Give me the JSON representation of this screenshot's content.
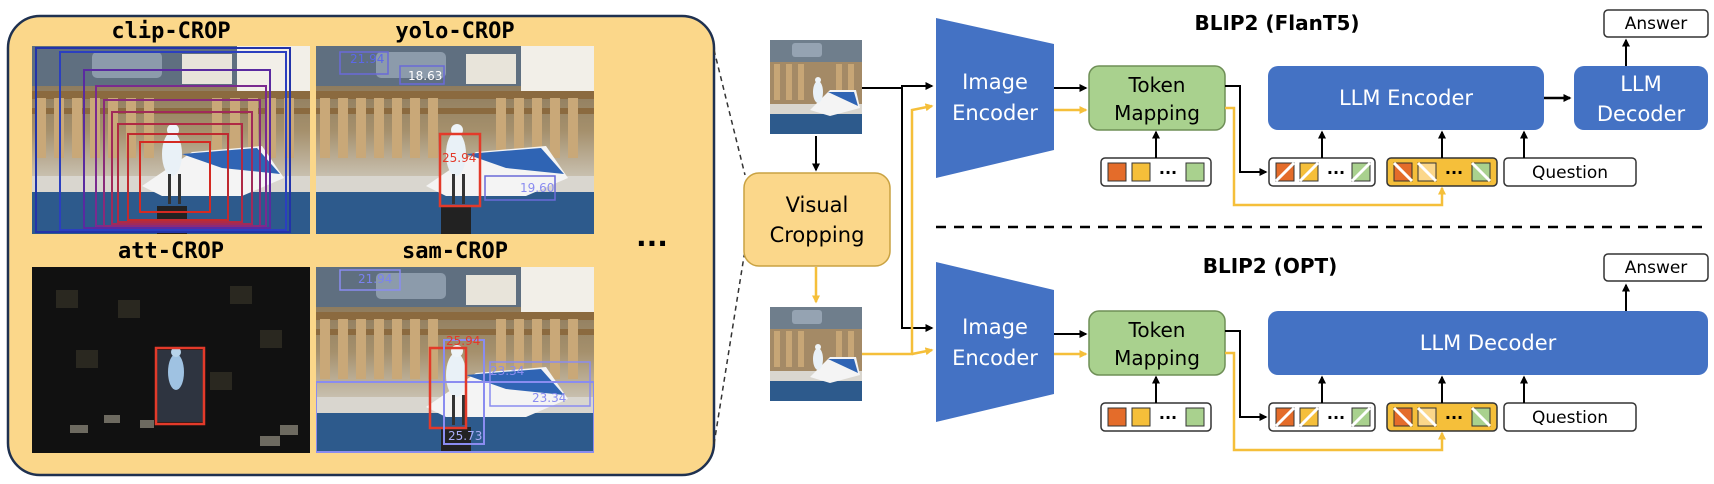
{
  "crop_panel": {
    "titles": {
      "clip": "clip-CROP",
      "yolo": "yolo-CROP",
      "att": "att-CROP",
      "sam": "sam-CROP"
    },
    "ellipsis": "...",
    "yolo_scores": [
      "21.94",
      "18.63",
      "25.94",
      "19.60"
    ],
    "sam_scores": [
      "21.94",
      "25.94",
      "23.34",
      "23.34",
      "25.73"
    ]
  },
  "visual_cropping": {
    "line1": "Visual",
    "line2": "Cropping"
  },
  "top": {
    "title": "BLIP2 (FlanT5)",
    "image_encoder": {
      "line1": "Image",
      "line2": "Encoder"
    },
    "token_mapping": {
      "line1": "Token",
      "line2": "Mapping"
    },
    "llm_encoder": "LLM Encoder",
    "llm_decoder": {
      "line1": "LLM",
      "line2": "Decoder"
    },
    "answer": "Answer",
    "question": "Question",
    "ellipsis": "···"
  },
  "bottom": {
    "title": "BLIP2 (OPT)",
    "image_encoder": {
      "line1": "Image",
      "line2": "Encoder"
    },
    "token_mapping": {
      "line1": "Token",
      "line2": "Mapping"
    },
    "llm_decoder": "LLM Decoder",
    "answer": "Answer",
    "question": "Question",
    "ellipsis": "···"
  },
  "colors": {
    "panel_bg": "#fbd78a",
    "encoder_blue": "#4472c4",
    "token_green": "#a9d18e",
    "crop_orange": "#ffc000",
    "gold_arrow": "#f5bf3a",
    "token_red": "#e46c2a"
  }
}
